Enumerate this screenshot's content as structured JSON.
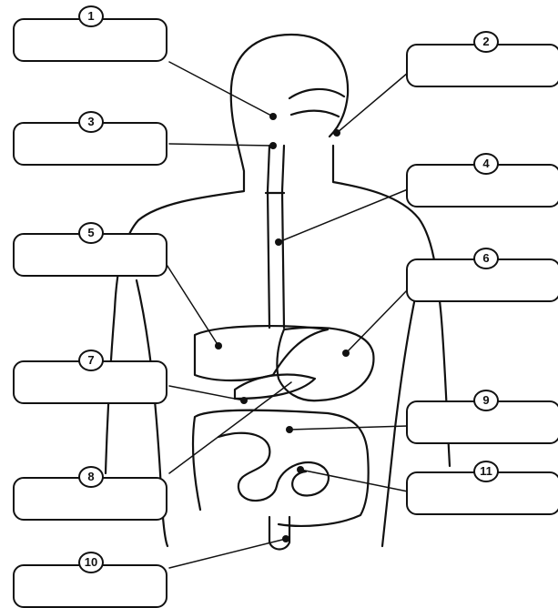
{
  "diagram": {
    "labels": [
      {
        "number": "1",
        "text": ""
      },
      {
        "number": "2",
        "text": ""
      },
      {
        "number": "3",
        "text": ""
      },
      {
        "number": "4",
        "text": ""
      },
      {
        "number": "5",
        "text": ""
      },
      {
        "number": "6",
        "text": ""
      },
      {
        "number": "7",
        "text": ""
      },
      {
        "number": "8",
        "text": ""
      },
      {
        "number": "9",
        "text": ""
      },
      {
        "number": "10",
        "text": ""
      },
      {
        "number": "11",
        "text": ""
      }
    ]
  }
}
